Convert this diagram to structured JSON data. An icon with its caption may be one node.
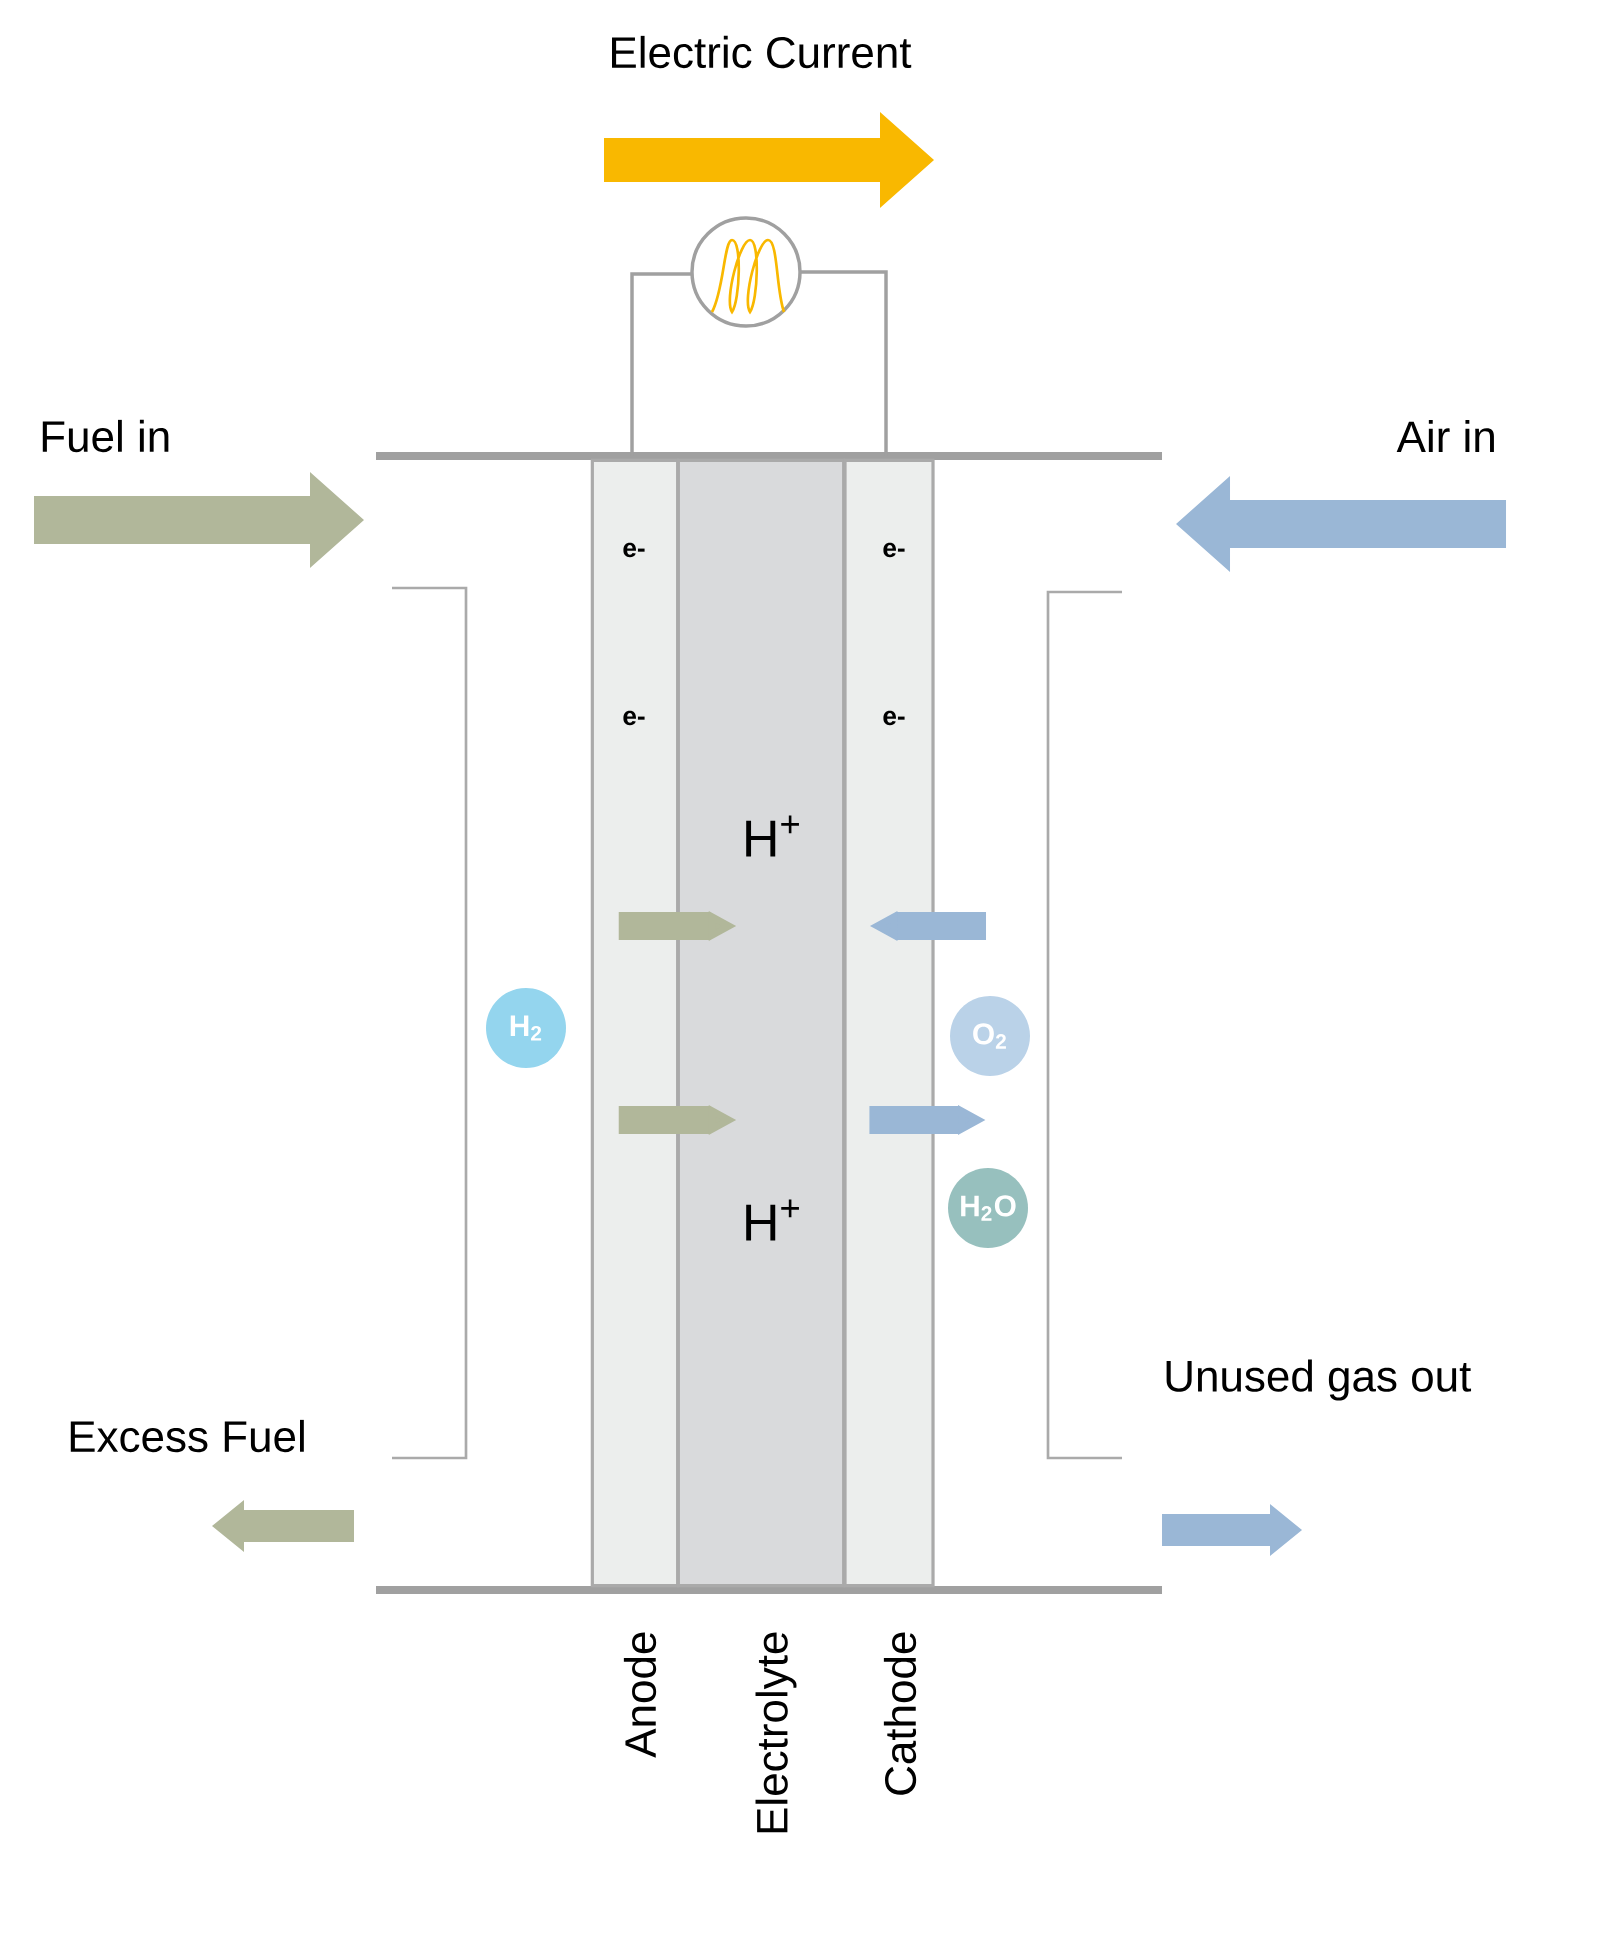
{
  "diagram": {
    "nodes": [
      {
        "text": [
          "Anode"
        ]
      },
      {
        "text": [
          "Electrolyte"
        ]
      },
      {
        "text": [
          "Cathode"
        ]
      },
      {
        "text": [
          "H$_{2}$"
        ]
      },
      {
        "text": [
          "O$_{2}$"
        ]
      },
      {
        "text": [
          "H$_{2}$O"
        ]
      }
    ],
    "edges": [
      {
        "from": 0,
        "to": 1,
        "arrow": "to",
        "color": "#b1b79a"
      },
      {
        "from": null,
        "to": 2,
        "arrow": "to",
        "color": "#9ab7d6"
      },
      {
        "from": 0,
        "to": 1,
        "arrow": "to",
        "color": "#b1b79a"
      },
      {
        "from": 2,
        "to": null,
        "arrow": "to",
        "color": "#9ab7d6"
      }
    ],
    "labels": [
      "Electric Current",
      "Fuel in",
      "Air in",
      "e-",
      "e-",
      "e-",
      "e-",
      "H$^{+}$",
      "H$^{+}$",
      "Unused gas out",
      "Excess Fuel"
    ]
  }
}
